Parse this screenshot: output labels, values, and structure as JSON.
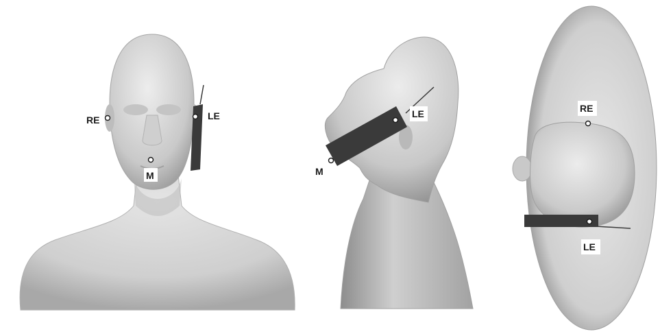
{
  "views": [
    {
      "name": "front",
      "labels": {
        "right_ear": "RE",
        "left_ear": "LE",
        "mouth": "M"
      }
    },
    {
      "name": "side",
      "labels": {
        "left_ear": "LE",
        "mouth": "M"
      }
    },
    {
      "name": "top",
      "labels": {
        "right_ear": "RE",
        "left_ear": "LE"
      }
    }
  ],
  "colors": {
    "background": "#ffffff",
    "body_light": "#e6e6e6",
    "body_mid": "#c7c7c7",
    "body_dark": "#8f8f8f",
    "device": "#3a3a3a",
    "label_bg": "#ffffff",
    "label_text": "#1a1a1a"
  }
}
